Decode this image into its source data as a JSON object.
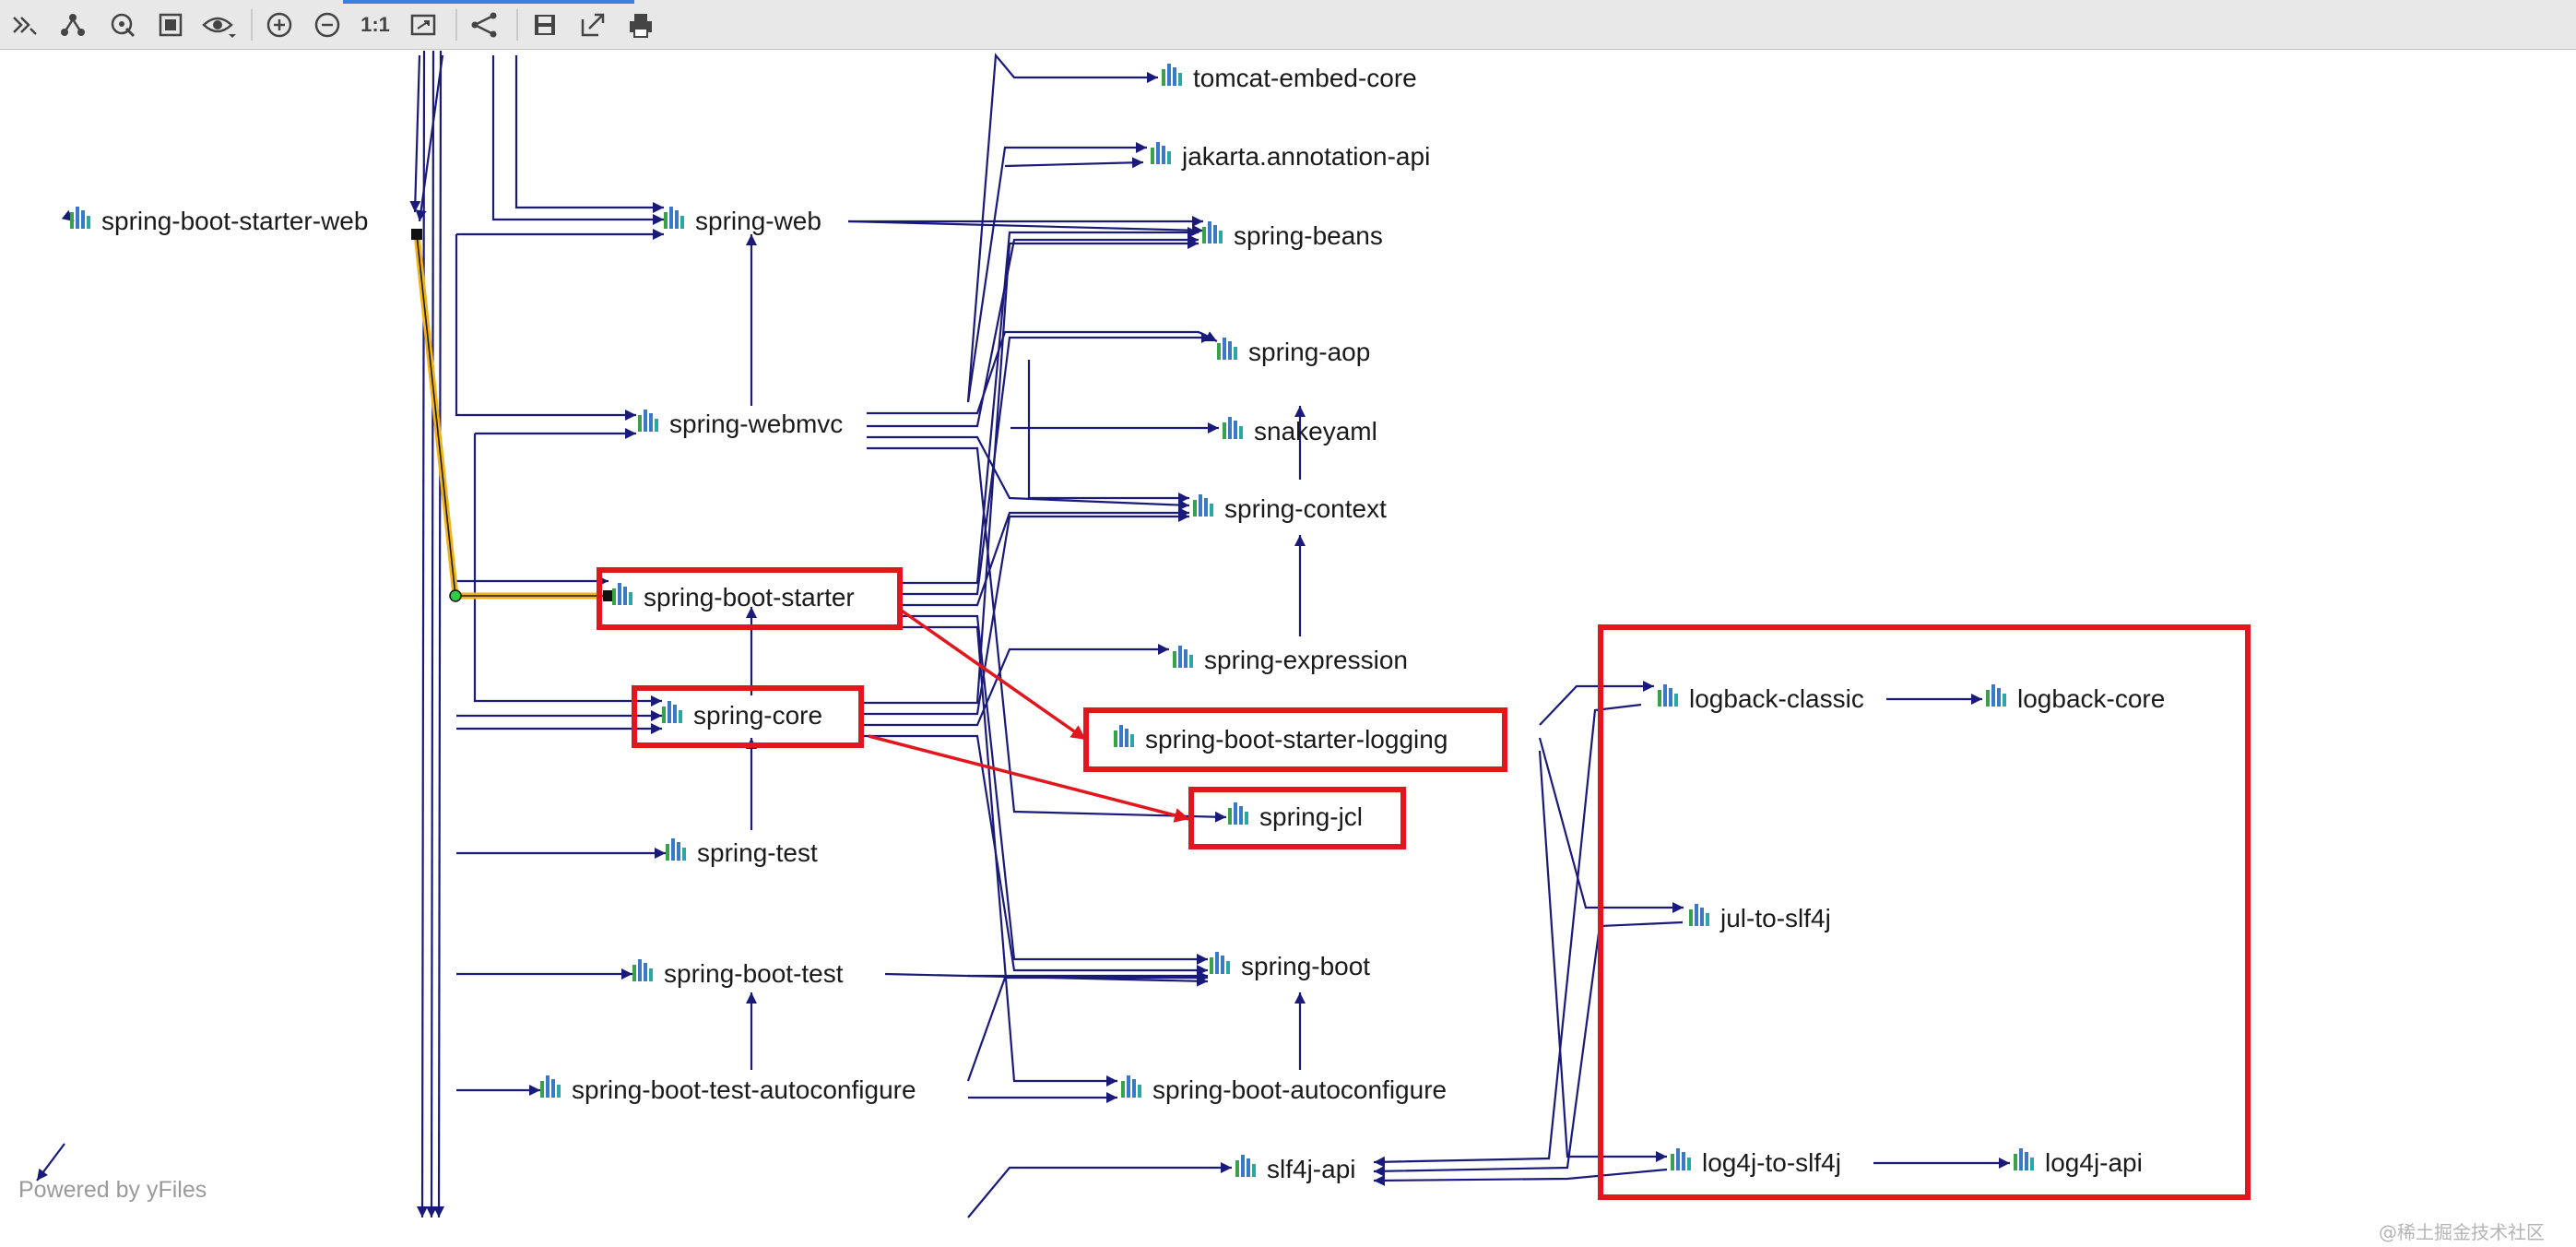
{
  "toolbar": {
    "buttons": [
      {
        "name": "collapse-icon",
        "label": "»"
      },
      {
        "name": "hierarchy-icon",
        "label": ""
      },
      {
        "name": "select-icon",
        "label": ""
      },
      {
        "name": "fit-content-icon",
        "label": ""
      },
      {
        "name": "eye-icon",
        "label": ""
      },
      {
        "name": "zoom-in-icon",
        "label": ""
      },
      {
        "name": "zoom-out-icon",
        "label": ""
      },
      {
        "name": "actual-size-icon",
        "label": "1:1"
      },
      {
        "name": "fit-page-icon",
        "label": ""
      },
      {
        "name": "layout-icon",
        "label": ""
      },
      {
        "name": "save-icon",
        "label": ""
      },
      {
        "name": "export-icon",
        "label": ""
      },
      {
        "name": "print-icon",
        "label": ""
      }
    ]
  },
  "diagram": {
    "nodes": {
      "sbsw": "spring-boot-starter-web",
      "sweb": "spring-web",
      "swebmvc": "spring-webmvc",
      "sbs": "spring-boot-starter",
      "score": "spring-core",
      "stest": "spring-test",
      "sbtest": "spring-boot-test",
      "sbta": "spring-boot-test-autoconfigure",
      "tomcat": "tomcat-embed-core",
      "jakarta": "jakarta.annotation-api",
      "sbeans": "spring-beans",
      "saop": "spring-aop",
      "snake": "snakeyaml",
      "sctx": "spring-context",
      "sexpr": "spring-expression",
      "sbsl": "spring-boot-starter-logging",
      "sjcl": "spring-jcl",
      "sboot": "spring-boot",
      "sbac": "spring-boot-autoconfigure",
      "slf4j": "slf4j-api",
      "lbclassic": "logback-classic",
      "lbcore": "logback-core",
      "jul": "jul-to-slf4j",
      "log4jslf": "log4j-to-slf4j",
      "log4japi": "log4j-api"
    },
    "colors": {
      "edge": "#1a1a7a",
      "highlight": "#e2171e",
      "selected_path": "#f2b21c",
      "icon_bars": [
        "#3aa04a",
        "#3a78c8",
        "#3a78c8",
        "#2aa8a8"
      ]
    }
  },
  "footer": {
    "powered_by": "Powered by yFiles",
    "watermark": "@稀土掘金技术社区"
  }
}
